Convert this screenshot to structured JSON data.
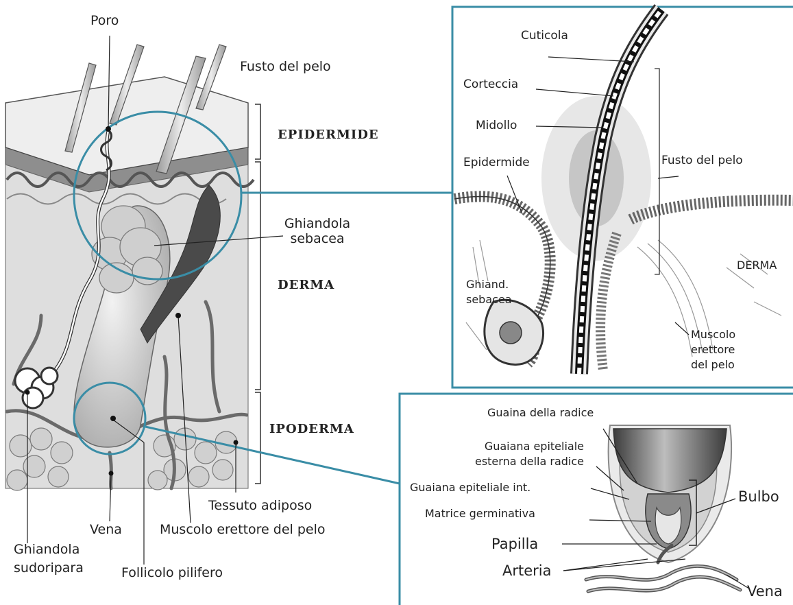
{
  "colors": {
    "frame": "#3a8da6",
    "ink": "#222222",
    "skin_light": "#e8e8e8",
    "skin_mid": "#bdbdbd",
    "muscle": "#4a4a4a"
  },
  "main_view": {
    "labels": {
      "poro": "Poro",
      "fusto_del_pelo": "Fusto del pelo",
      "ghiandola_sebacea_1": "Ghiandola",
      "ghiandola_sebacea_2": "sebacea",
      "tessuto_adiposo": "Tessuto adiposo",
      "vena": "Vena",
      "muscolo_erettore": "Muscolo erettore del pelo",
      "ghiandola_sudoripara_1": "Ghiandola",
      "ghiandola_sudoripara_2": "sudoripara",
      "follicolo_pilifero": "Follicolo pilifero"
    },
    "layers": {
      "epidermide": "EPIDERMIDE",
      "derma": "DERMA",
      "ipoderma": "IPODERMA"
    }
  },
  "top_inset": {
    "labels": {
      "cuticola": "Cuticola",
      "corteccia": "Corteccia",
      "midollo": "Midollo",
      "epidermide": "Epidermide",
      "fusto_del_pelo": "Fusto del pelo",
      "derma": "DERMA",
      "ghiand_1": "Ghiand.",
      "ghiand_2": "sebacea",
      "muscolo_1": "Muscolo",
      "muscolo_2": "erettore",
      "muscolo_3": "del pelo"
    }
  },
  "bottom_inset": {
    "labels": {
      "guaina_radice": "Guaina della radice",
      "guaiana_esterna_1": "Guaiana epiteliale",
      "guaiana_esterna_2": "esterna della radice",
      "guaiana_int": "Guaiana epiteliale int.",
      "matrice": "Matrice germinativa",
      "papilla": "Papilla",
      "arteria": "Arteria",
      "bulbo": "Bulbo",
      "vena": "Vena"
    }
  }
}
